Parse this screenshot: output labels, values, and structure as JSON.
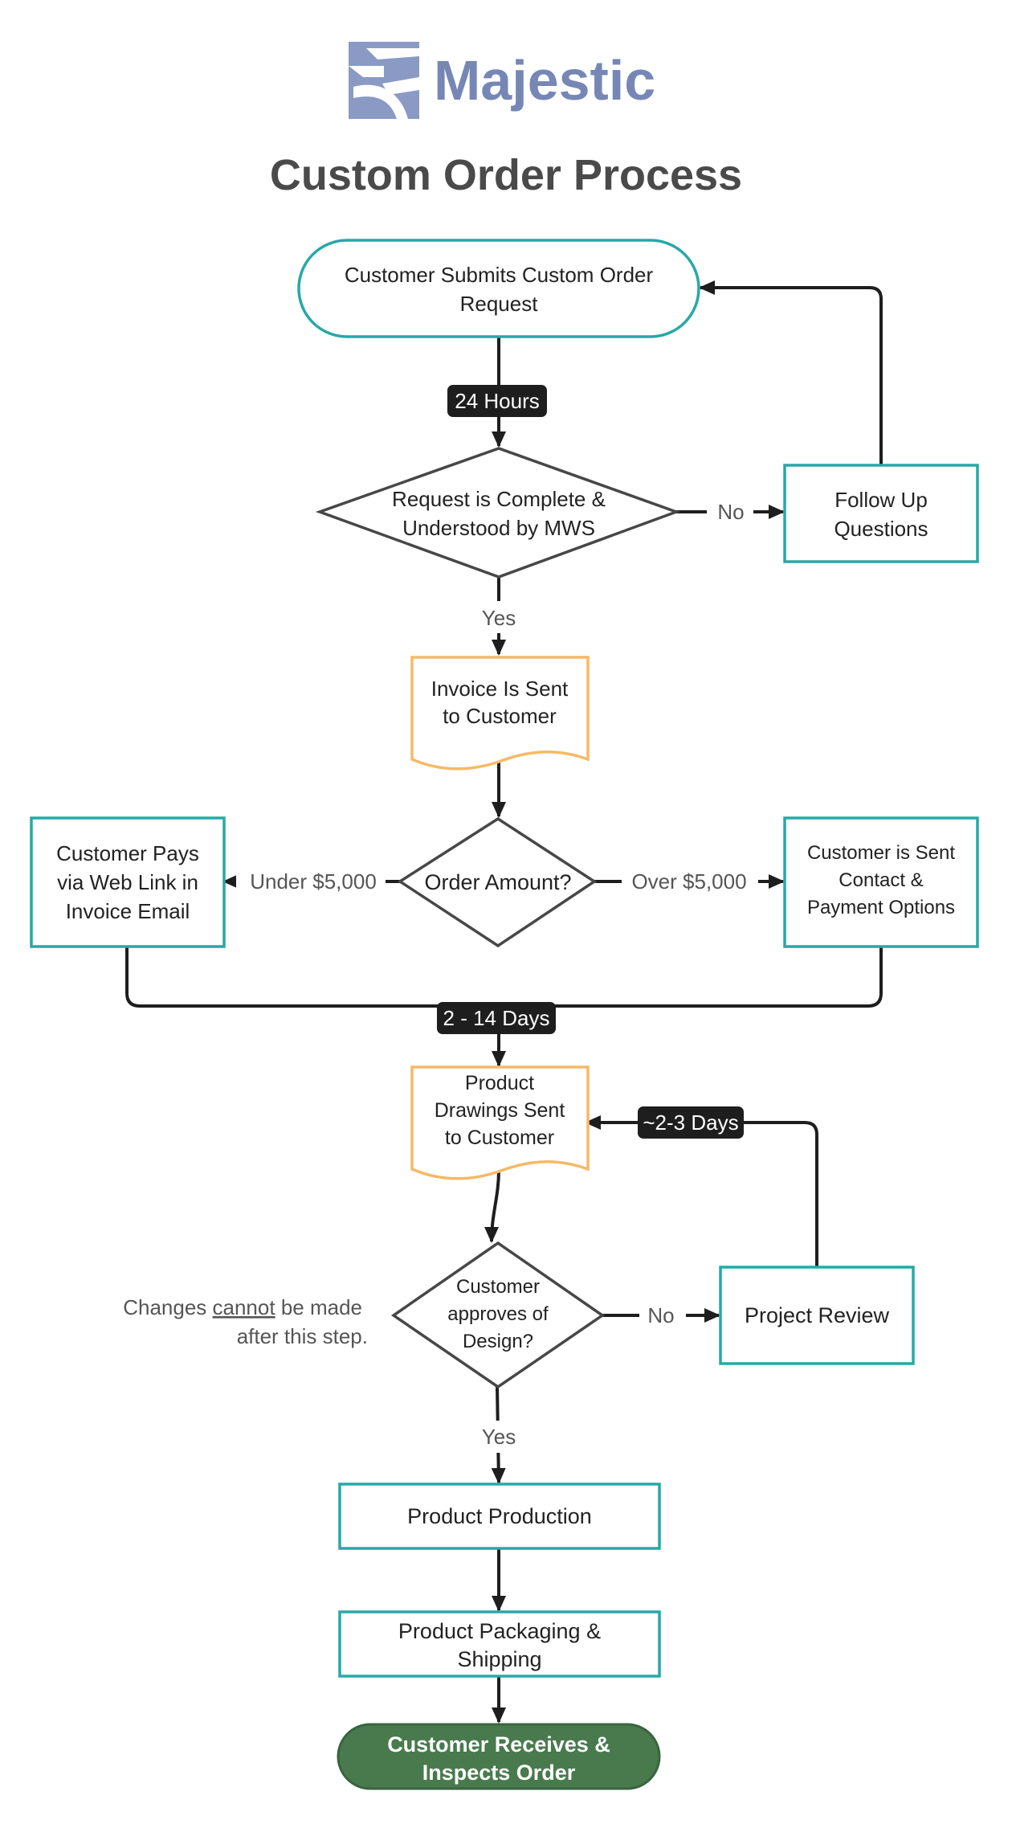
{
  "logo": {
    "text": "Majestic"
  },
  "title": "Custom Order Process",
  "colors": {
    "teal": "#26a9a6",
    "orange": "#f6b967",
    "dark": "#474747",
    "green": "#497a4e",
    "logo_blue": "#7687b6",
    "badge": "#1e1e1e"
  },
  "nodes": {
    "start": {
      "line1": "Customer Submits Custom Order",
      "line2": "Request"
    },
    "decision_complete": {
      "line1": "Request is Complete &",
      "line2": "Understood by MWS"
    },
    "follow_up": {
      "line1": "Follow Up",
      "line2": "Questions"
    },
    "invoice": {
      "line1": "Invoice Is Sent",
      "line2": "to Customer"
    },
    "order_amount": {
      "label": "Order Amount?"
    },
    "pay_web": {
      "line1": "Customer Pays",
      "line2": "via Web Link in",
      "line3": "Invoice Email"
    },
    "sent_contact": {
      "line1": "Customer is Sent",
      "line2": "Contact &",
      "line3": "Payment Options"
    },
    "drawings": {
      "line1": "Product",
      "line2": "Drawings Sent",
      "line3": "to Customer"
    },
    "approve": {
      "line1": "Customer",
      "line2": "approves of",
      "line3": "Design?"
    },
    "project_review": {
      "label": "Project Review"
    },
    "production": {
      "label": "Product Production"
    },
    "packaging": {
      "line1": "Product Packaging &",
      "line2": "Shipping"
    },
    "end": {
      "line1": "Customer Receives &",
      "line2": "Inspects Order"
    }
  },
  "edge_labels": {
    "hours_24": "24 Hours",
    "no_1": "No",
    "yes_1": "Yes",
    "under": "Under $5,000",
    "over": "Over $5,000",
    "days_2_14": "2 - 14 Days",
    "days_2_3": "~2-3 Days",
    "no_2": "No",
    "yes_2": "Yes"
  },
  "note": {
    "part1": "Changes ",
    "underlined": "cannot",
    "part2": " be made",
    "line2": "after this step."
  }
}
